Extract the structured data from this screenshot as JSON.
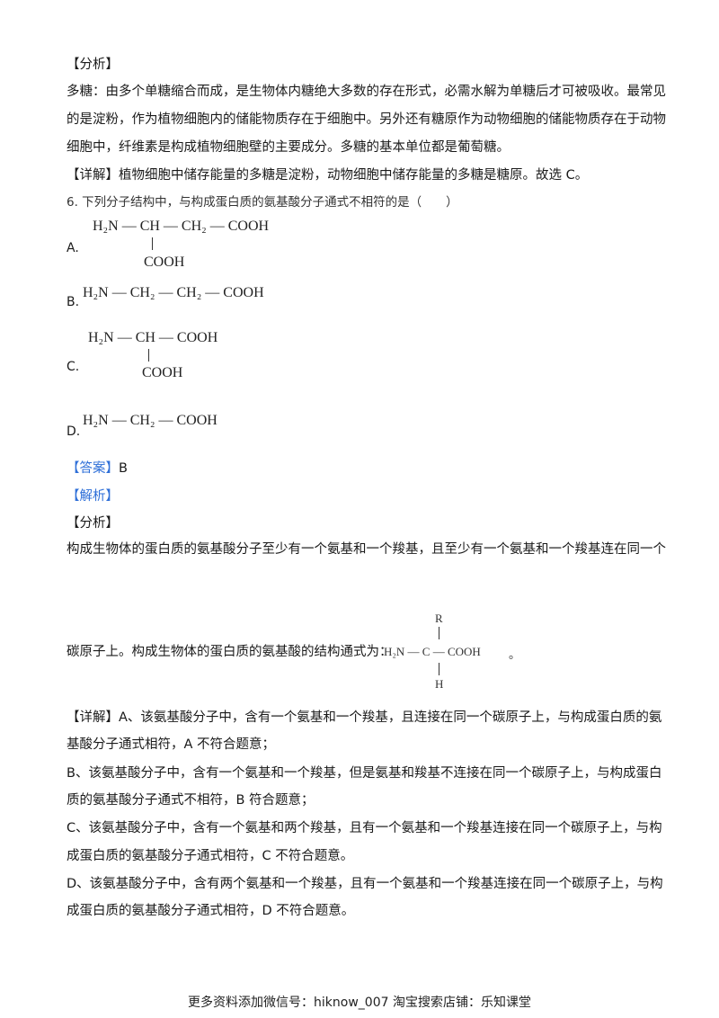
{
  "analysis1": {
    "heading": "【分析】",
    "lines": [
      "多糖：由多个单糖缩合而成，是生物体内糖绝大多数的存在形式，必需水解为单糖后才可被吸收。最常见",
      "的是淀粉，作为植物细胞内的储能物质存在于细胞中。另外还有糖原作为动物细胞的储能物质存在于动物",
      "细胞中，纤维素是构成植物细胞壁的主要成分。多糖的基本单位都是葡萄糖。"
    ],
    "detail": "【详解】植物细胞中储存能量的多糖是淀粉，动物细胞中储存能量的多糖是糖原。故选 C。"
  },
  "question": {
    "text": "6. 下列分子结构中，与构成蛋白质的氨基酸分子通式不相符的是（　　）",
    "options": {
      "A": {
        "label": "A.",
        "main": "H₂N — CH — CH₂ — COOH",
        "branch": "COOH"
      },
      "B": {
        "label": "B.",
        "main": "H₂N — CH₂ — CH₂ — COOH"
      },
      "C": {
        "label": "C.",
        "main": "H₂N — CH — COOH",
        "branch": "COOH"
      },
      "D": {
        "label": "D.",
        "main": "H₂N — CH₂ — COOH"
      }
    }
  },
  "answer": {
    "label": "【答案】",
    "value": "B"
  },
  "explain": {
    "label": "【解析】"
  },
  "analysis2": {
    "heading": "【分析】",
    "line1": "构成生物体的蛋白质的氨基酸分子至少有一个氨基和一个羧基，且至少有一个氨基和一个羧基连在同一个",
    "line2": "碳原子上。构成生物体的蛋白质的氨基酸的结构通式为：",
    "formula": {
      "top": "R",
      "main": "H₂N — C — COOH",
      "bottom": "H",
      "end": "。"
    }
  },
  "detail2": {
    "lines": [
      "【详解】A、该氨基酸分子中，含有一个氨基和一个羧基，且连接在同一个碳原子上，与构成蛋白质的氨",
      "基酸分子通式相符，A 不符合题意；",
      "B、该氨基酸分子中，含有一个氨基和一个羧基，但是氨基和羧基不连接在同一个碳原子上，与构成蛋白",
      "质的氨基酸分子通式不相符，B 符合题意；",
      "C、该氨基酸分子中，含有一个氨基和两个羧基，且有一个氨基和一个羧基连接在同一个碳原子上，与构",
      "成蛋白质的氨基酸分子通式相符，C 不符合题意。",
      "D、该氨基酸分子中，含有两个氨基和一个羧基，且有一个氨基和一个羧基连接在同一个碳原子上，与构",
      "成蛋白质的氨基酸分子通式相符，D 不符合题意。"
    ]
  },
  "footer": "更多资料添加微信号：hiknow_007  淘宝搜索店铺：乐知课堂"
}
